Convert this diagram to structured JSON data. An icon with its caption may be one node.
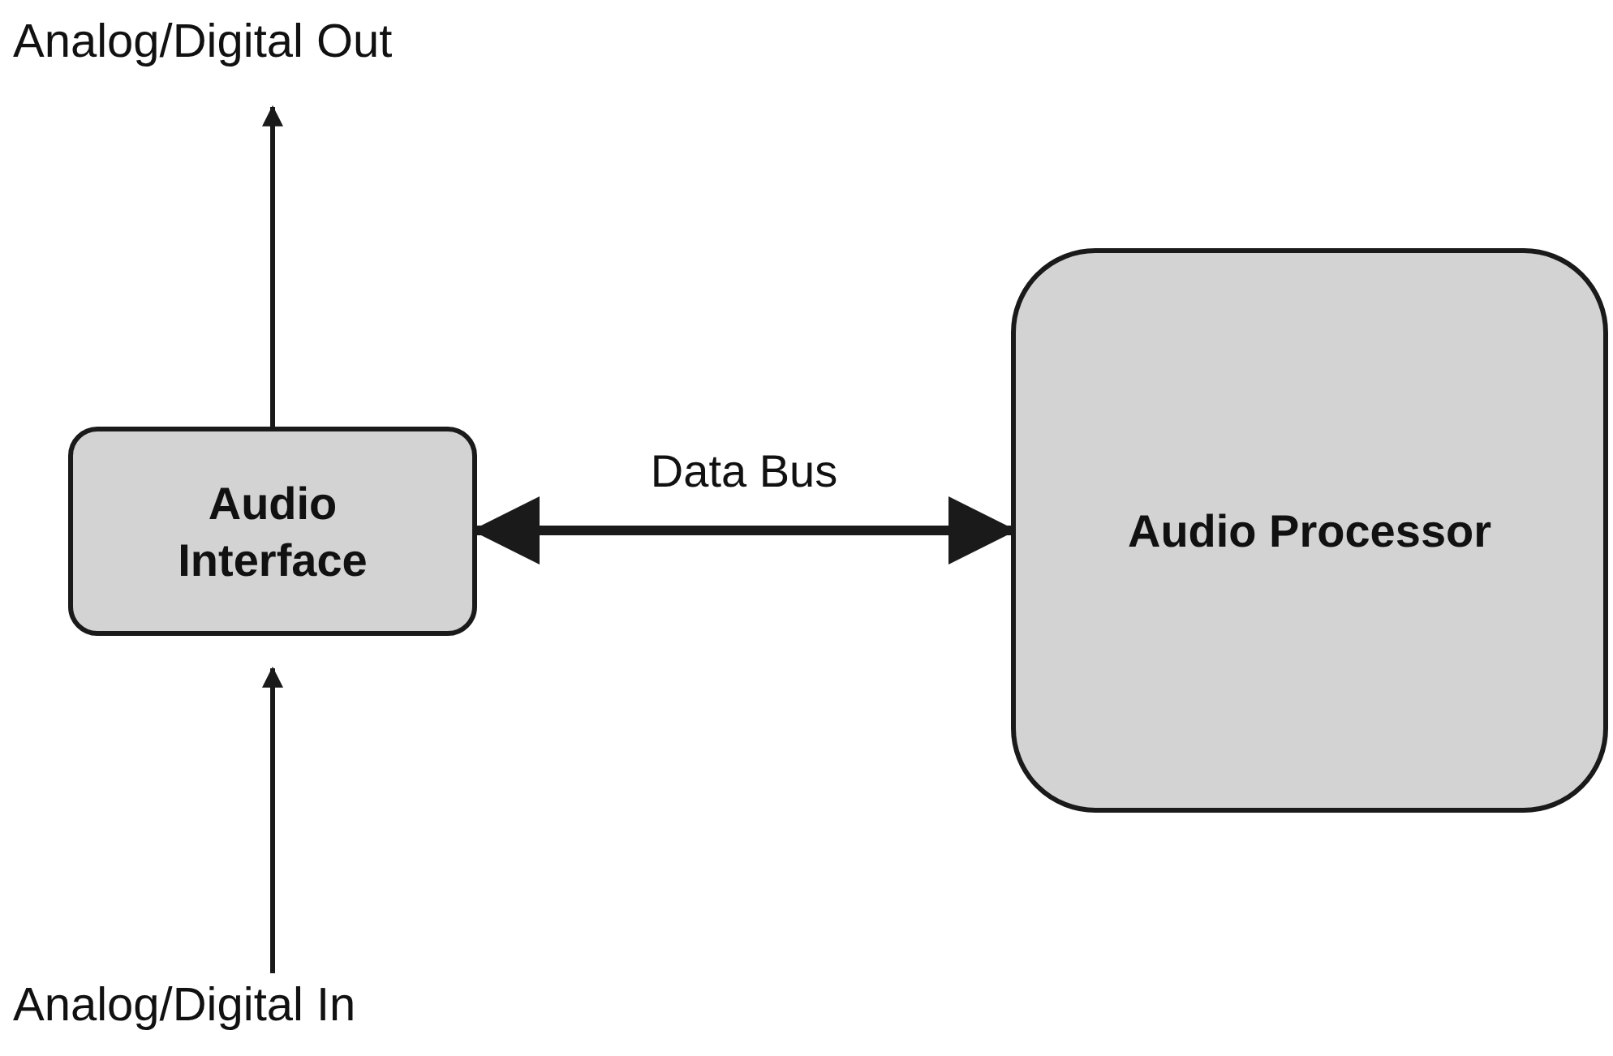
{
  "diagram": {
    "nodes": [
      {
        "text": [
          "Analog/Digital Out"
        ]
      },
      {
        "text": [
          "Audio Interface"
        ]
      },
      {
        "text": [
          "Audio Processor"
        ]
      },
      {
        "text": [
          "Analog/Digital In"
        ]
      }
    ],
    "edges": [
      {
        "from": 1,
        "to": 0,
        "arrow": "to"
      },
      {
        "from": 3,
        "to": 1,
        "arrow": "to"
      },
      {
        "from": 1,
        "to": 2,
        "arrow": "both",
        "label": "Data Bus",
        "style": "thick"
      }
    ]
  }
}
